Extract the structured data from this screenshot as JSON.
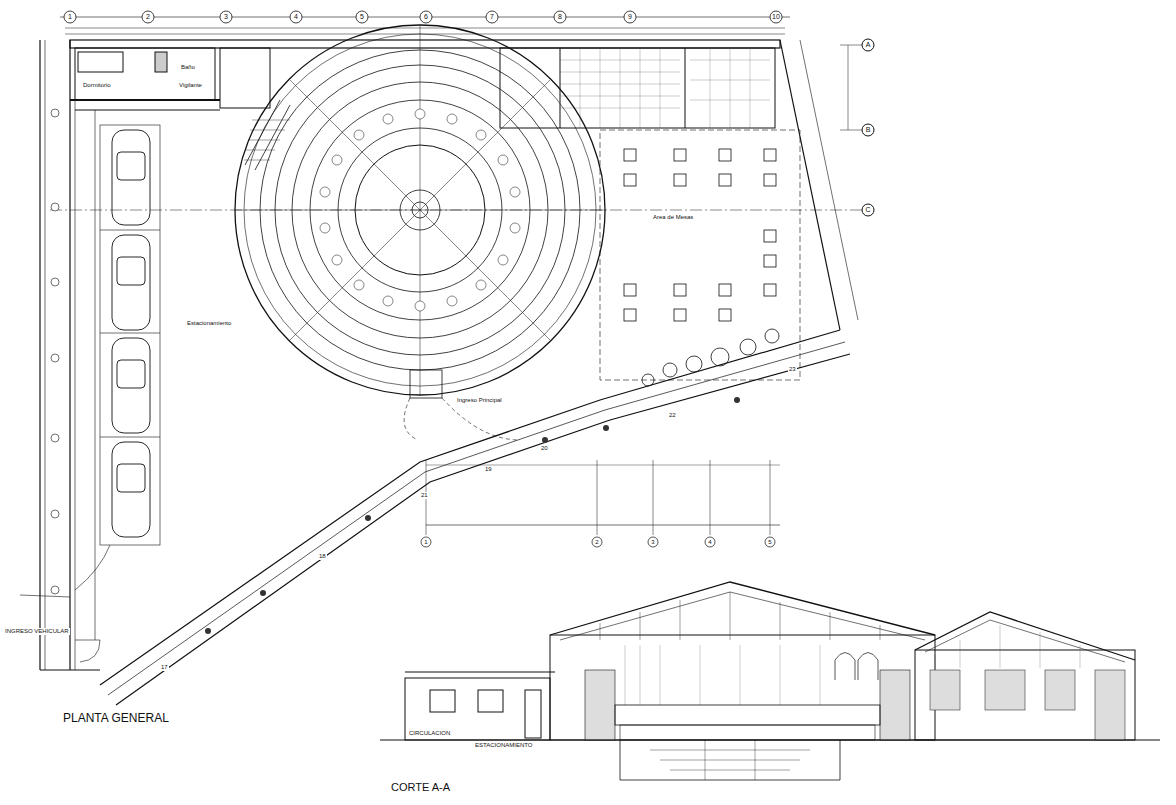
{
  "diagram": {
    "labels": [
      "PLANTA GENERAL",
      "CORTE A-A",
      "Dormitorio",
      "Vigilante",
      "Baño",
      "Estacionamiento",
      "Ingreso Principal",
      "Area de Mesas",
      "INGRESO VEHICULAR",
      "CIRCULACION",
      "ESTACIONAMIENTO",
      "1",
      "2",
      "3",
      "4",
      "5",
      "6",
      "7",
      "8",
      "9",
      "10",
      "A",
      "B",
      "C",
      "1",
      "2",
      "3",
      "4",
      "5",
      "17",
      "18",
      "19",
      "20",
      "21",
      "22",
      "23"
    ]
  }
}
